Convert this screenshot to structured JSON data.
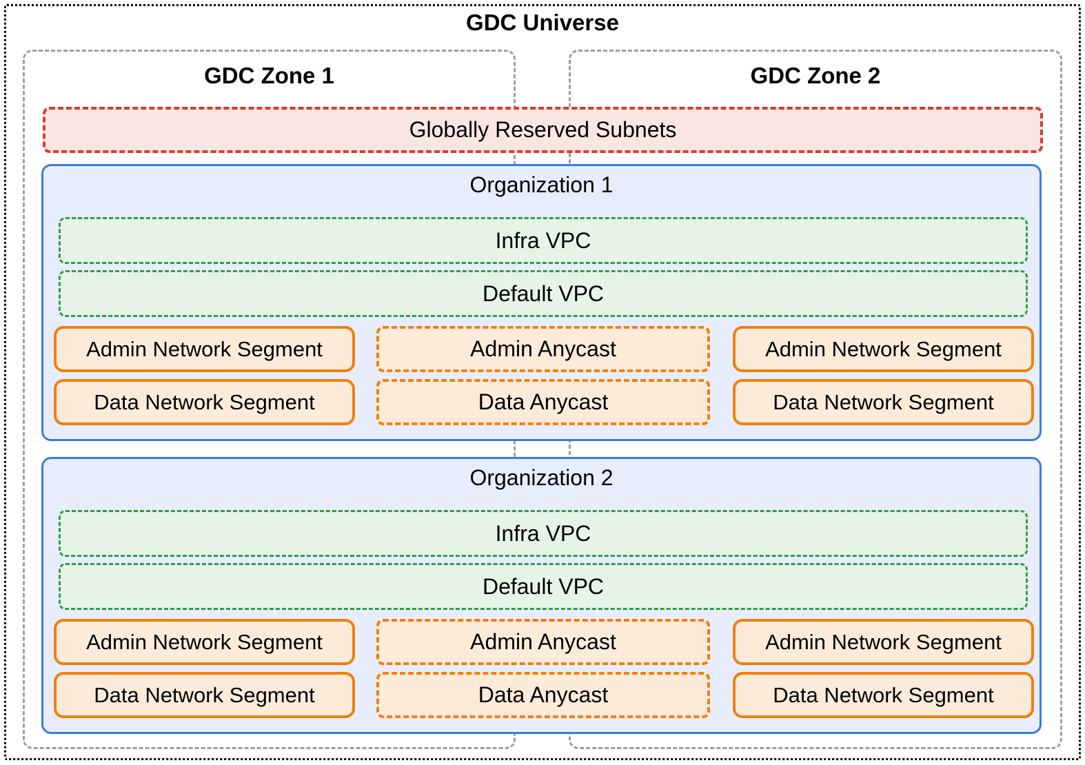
{
  "diagram": {
    "title": "GDC Universe",
    "zones": [
      {
        "label": "GDC Zone 1"
      },
      {
        "label": "GDC Zone 2"
      }
    ],
    "globally_reserved_subnets": {
      "label": "Globally Reserved Subnets"
    },
    "organizations": [
      {
        "title": "Organization 1",
        "infra_vpc": "Infra VPC",
        "default_vpc": "Default VPC",
        "admin_segment_zone1": "Admin Network Segment",
        "admin_anycast": "Admin Anycast",
        "admin_segment_zone2": "Admin Network Segment",
        "data_segment_zone1": "Data Network Segment",
        "data_anycast": "Data Anycast",
        "data_segment_zone2": "Data Network Segment"
      },
      {
        "title": "Organization 2",
        "infra_vpc": "Infra VPC",
        "default_vpc": "Default VPC",
        "admin_segment_zone1": "Admin Network Segment",
        "admin_anycast": "Admin Anycast",
        "admin_segment_zone2": "Admin Network Segment",
        "data_segment_zone1": "Data Network Segment",
        "data_anycast": "Data Anycast",
        "data_segment_zone2": "Data Network Segment"
      }
    ],
    "colors": {
      "universe_border": "#000000",
      "zone_border": "#9e9e9e",
      "reserved_border": "#e0382d",
      "reserved_fill": "#f9e6e3",
      "organization_border": "#3c78e8",
      "organization_fill": "#e7edfc",
      "vpc_border": "#2e9e49",
      "vpc_fill": "#e6f4e7",
      "segment_border": "#f0800d",
      "segment_fill": "#fdebda"
    }
  }
}
